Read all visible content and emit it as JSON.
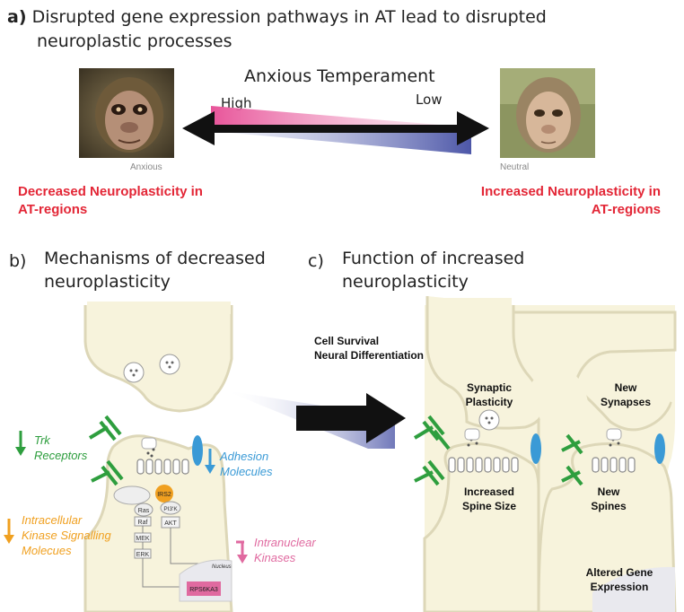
{
  "panel_a": {
    "letter": "a)",
    "title_line1": "Disrupted gene expression pathways in AT lead to disrupted",
    "title_line2": "neuroplastic processes",
    "arrow_title": "Anxious Temperament",
    "high_label": "High",
    "low_label": "Low",
    "left_caption": "Anxious",
    "right_caption": "Neutral",
    "left_result_line1": "Decreased Neuroplasticity in",
    "left_result_line2": "AT-regions",
    "right_result_line1": "Increased Neuroplasticity in",
    "right_result_line2": "AT-regions"
  },
  "panel_b": {
    "letter": "b)",
    "title_line1": "Mechanisms of decreased",
    "title_line2": "neuroplasticity",
    "trk_line1": "Trk",
    "trk_line2": "Receptors",
    "adhesion_line1": "Adhesion",
    "adhesion_line2": "Molecules",
    "kinase_line1": "Intracellular",
    "kinase_line2": "Kinase Signalling",
    "kinase_line3": "Molecues",
    "intranuclear_line1": "Intranuclear",
    "intranuclear_line2": "Kinases",
    "nodes": {
      "irs2": "IRS2",
      "ras": "Ras",
      "pi3k": "PI3'K",
      "raf": "Raf",
      "akt": "AKT",
      "mek": "MEK",
      "erk": "ERK",
      "nucleus": "Nucleus",
      "rps6ka3": "RPS6KA3"
    }
  },
  "panel_c": {
    "letter": "c)",
    "title_line1": "Function of increased",
    "title_line2": "neuroplasticity",
    "cell_survival": "Cell Survival",
    "neural_diff": "Neural Differentiation",
    "synaptic_line1": "Synaptic",
    "synaptic_line2": "Plasticity",
    "new_syn_line1": "New",
    "new_syn_line2": "Synapses",
    "spine_line1": "Increased",
    "spine_line2": "Spine Size",
    "new_spines_line1": "New",
    "new_spines_line2": "Spines",
    "altered_line1": "Altered Gene",
    "altered_line2": "Expression"
  },
  "colors": {
    "red": "#e32636",
    "green": "#2e9e3e",
    "blue": "#3a9ad6",
    "orange": "#f0a020",
    "pink": "#e06aa0",
    "cell": "#f7f3dc",
    "cell_stroke": "#ddd7b8"
  }
}
